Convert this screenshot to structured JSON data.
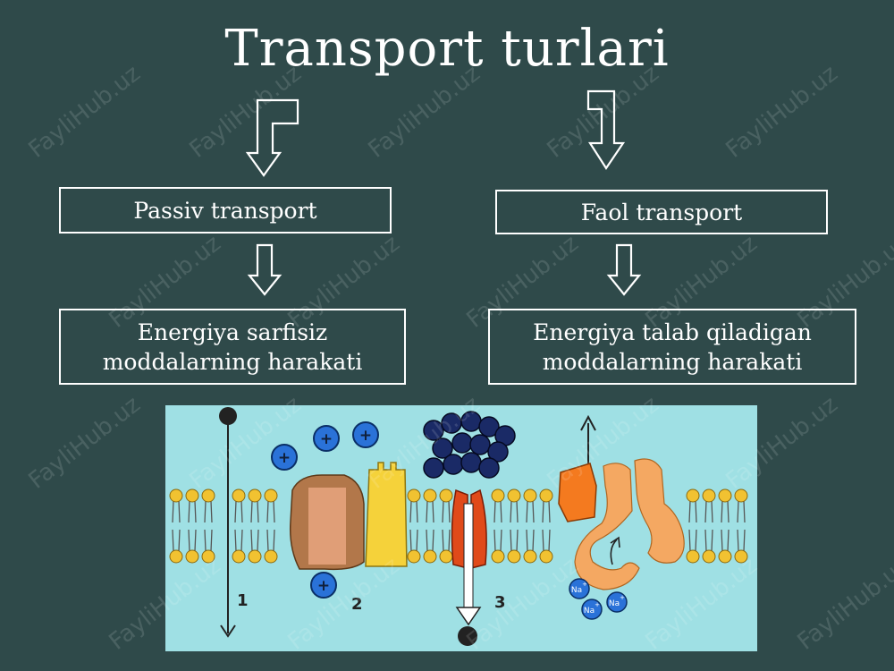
{
  "title": "Transport turlari",
  "passive": {
    "heading": "Passiv transport",
    "desc_line1": "Energiya sarfisiz",
    "desc_line2": "moddalarning harakati"
  },
  "active": {
    "heading": "Faol transport",
    "desc_line1": "Energiya talab qiladigan",
    "desc_line2": "moddalarning harakati"
  },
  "diagram": {
    "labels": [
      "1",
      "2",
      "3"
    ],
    "ion_plus": "+",
    "sodium": "Na",
    "sodium_charge": "+"
  },
  "watermark": "FayliHub.uz"
}
